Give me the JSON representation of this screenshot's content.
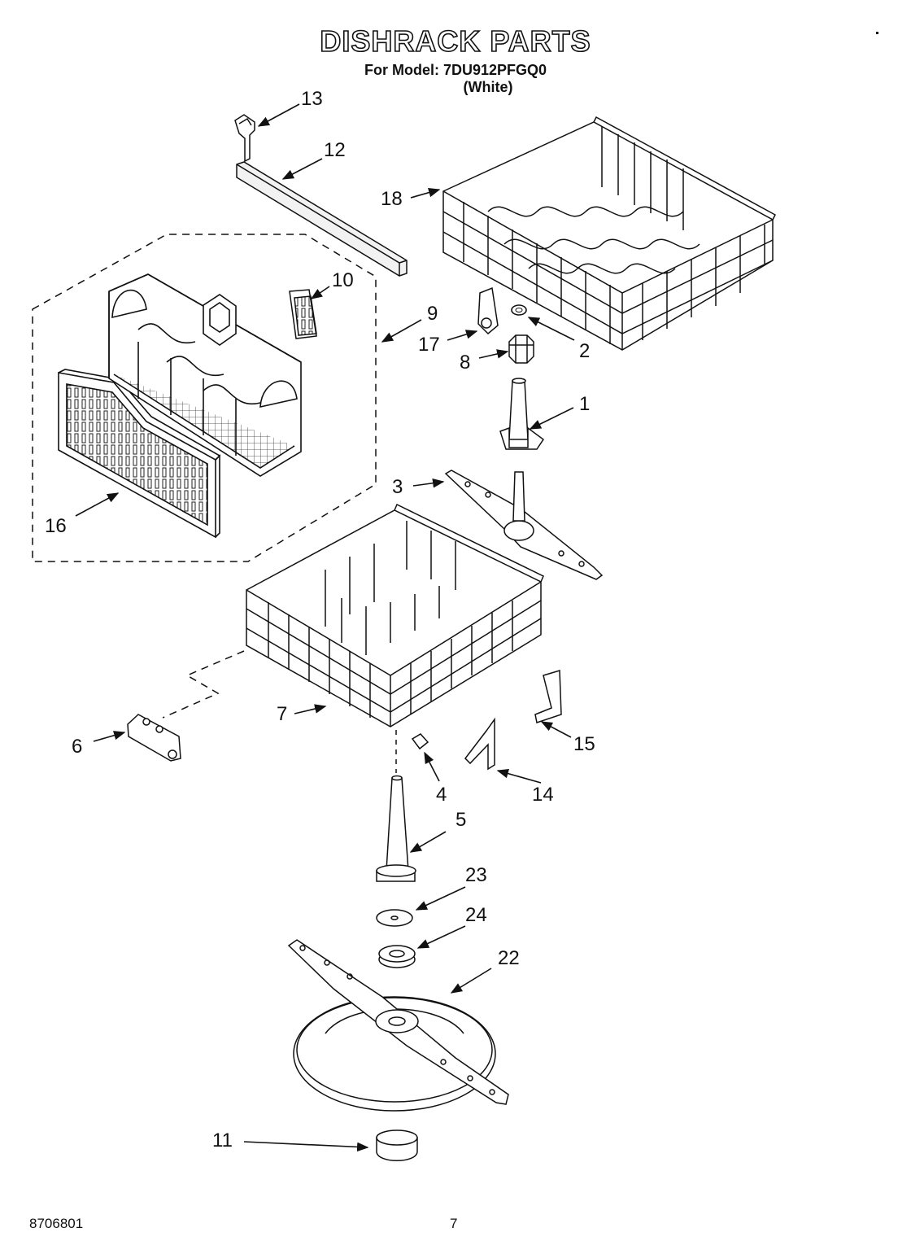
{
  "title": "DISHRACK PARTS",
  "model_line": "For Model: 7DU912PFGQ0",
  "variant_line": "(White)",
  "footer": {
    "code": "8706801",
    "page": "7"
  },
  "callouts": {
    "c1": "1",
    "c2": "2",
    "c3": "3",
    "c4": "4",
    "c5": "5",
    "c6": "6",
    "c7": "7",
    "c8": "8",
    "c9": "9",
    "c10": "10",
    "c11": "11",
    "c12": "12",
    "c13": "13",
    "c14": "14",
    "c15": "15",
    "c16": "16",
    "c17": "17",
    "c18": "18",
    "c22": "22",
    "c23": "23",
    "c24": "24"
  }
}
